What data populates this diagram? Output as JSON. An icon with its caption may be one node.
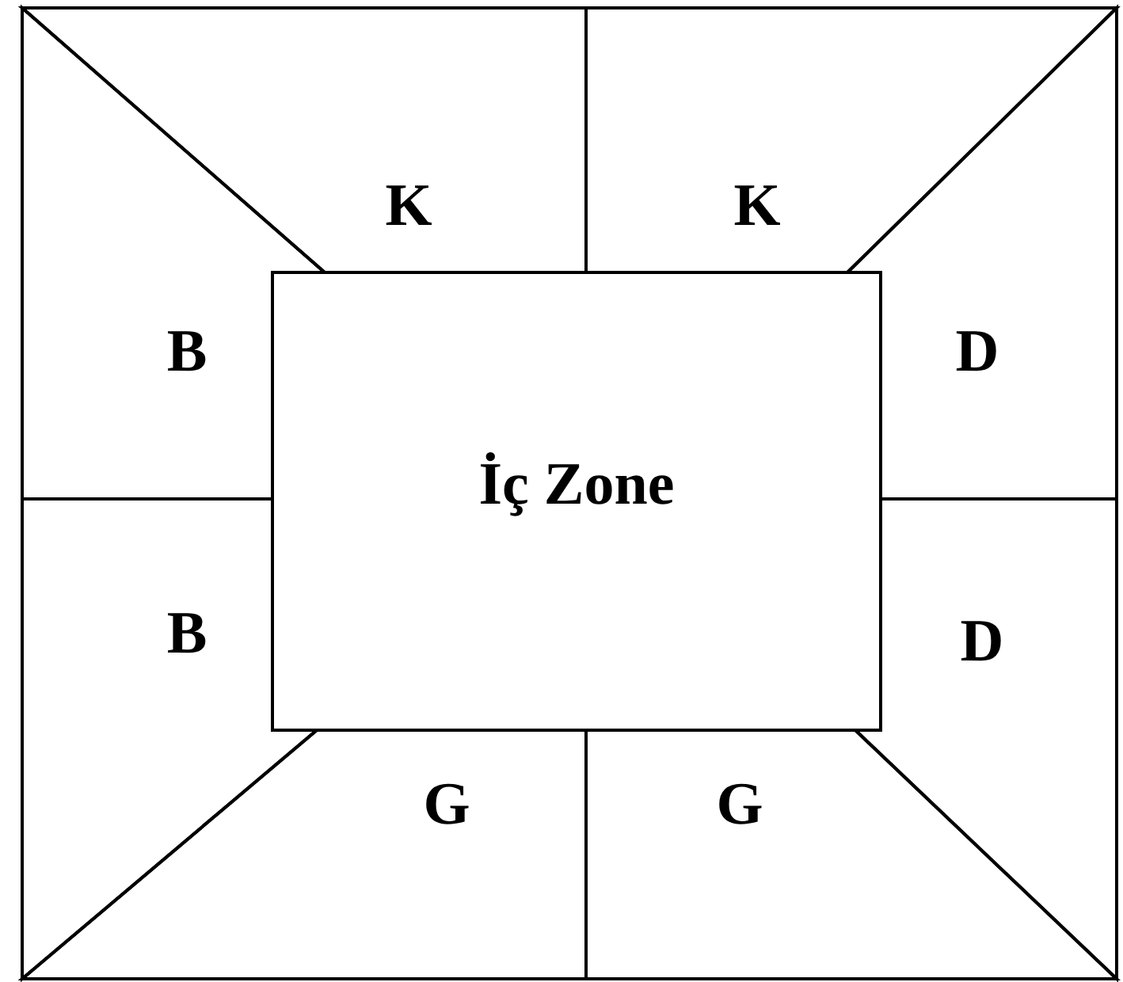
{
  "diagram": {
    "nodes": [
      {
        "text": [
          "K"
        ]
      },
      {
        "text": [
          "K"
        ]
      },
      {
        "text": [
          "B"
        ]
      },
      {
        "text": [
          "D"
        ]
      },
      {
        "text": [
          "İç Zone"
        ]
      },
      {
        "text": [
          "B"
        ]
      },
      {
        "text": [
          "D"
        ]
      },
      {
        "text": [
          "G"
        ]
      },
      {
        "text": [
          "G"
        ]
      }
    ]
  }
}
